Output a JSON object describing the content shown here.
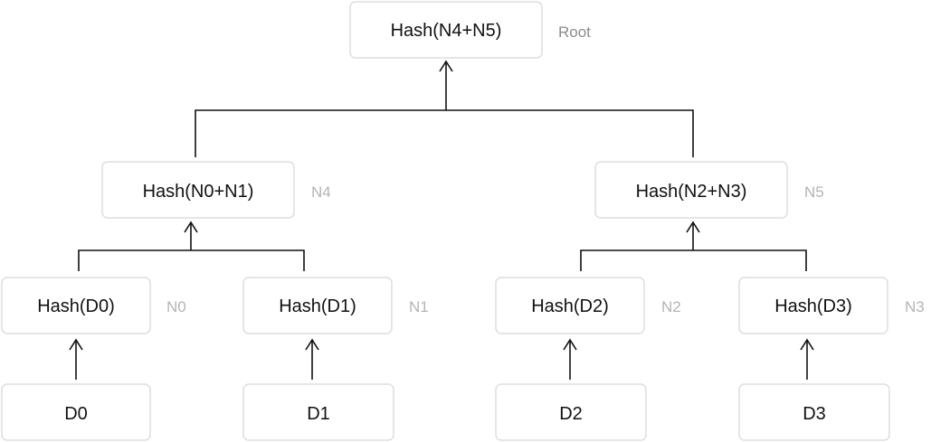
{
  "root": {
    "text": "Hash(N4+N5)",
    "label": "Root"
  },
  "level1": [
    {
      "text": "Hash(N0+N1)",
      "label": "N4"
    },
    {
      "text": "Hash(N2+N3)",
      "label": "N5"
    }
  ],
  "level2": [
    {
      "text": "Hash(D0)",
      "label": "N0"
    },
    {
      "text": "Hash(D1)",
      "label": "N1"
    },
    {
      "text": "Hash(D2)",
      "label": "N2"
    },
    {
      "text": "Hash(D3)",
      "label": "N3"
    }
  ],
  "data_blocks": [
    {
      "text": "D0"
    },
    {
      "text": "D1"
    },
    {
      "text": "D2"
    },
    {
      "text": "D3"
    }
  ]
}
